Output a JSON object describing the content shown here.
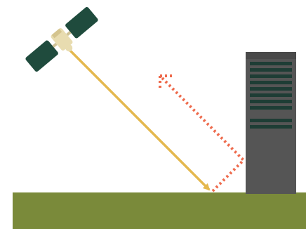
{
  "diagram": {
    "subject": "multipath-signal-reflection",
    "elements": {
      "satellite": {
        "icon": "satellite-icon",
        "panel_color": "#1f4b3d",
        "body_color": "#e8dcb0"
      },
      "direct_signal": {
        "style": "solid-arrow",
        "color": "#e4b84e"
      },
      "reflected_signal": {
        "style": "dotted-arrow",
        "color": "#ee6a4c"
      },
      "building": {
        "icon": "server-tower-icon",
        "color": "#555555",
        "stripe_color": "#1e3d35"
      },
      "ground": {
        "color": "#7a8a3a"
      }
    }
  }
}
